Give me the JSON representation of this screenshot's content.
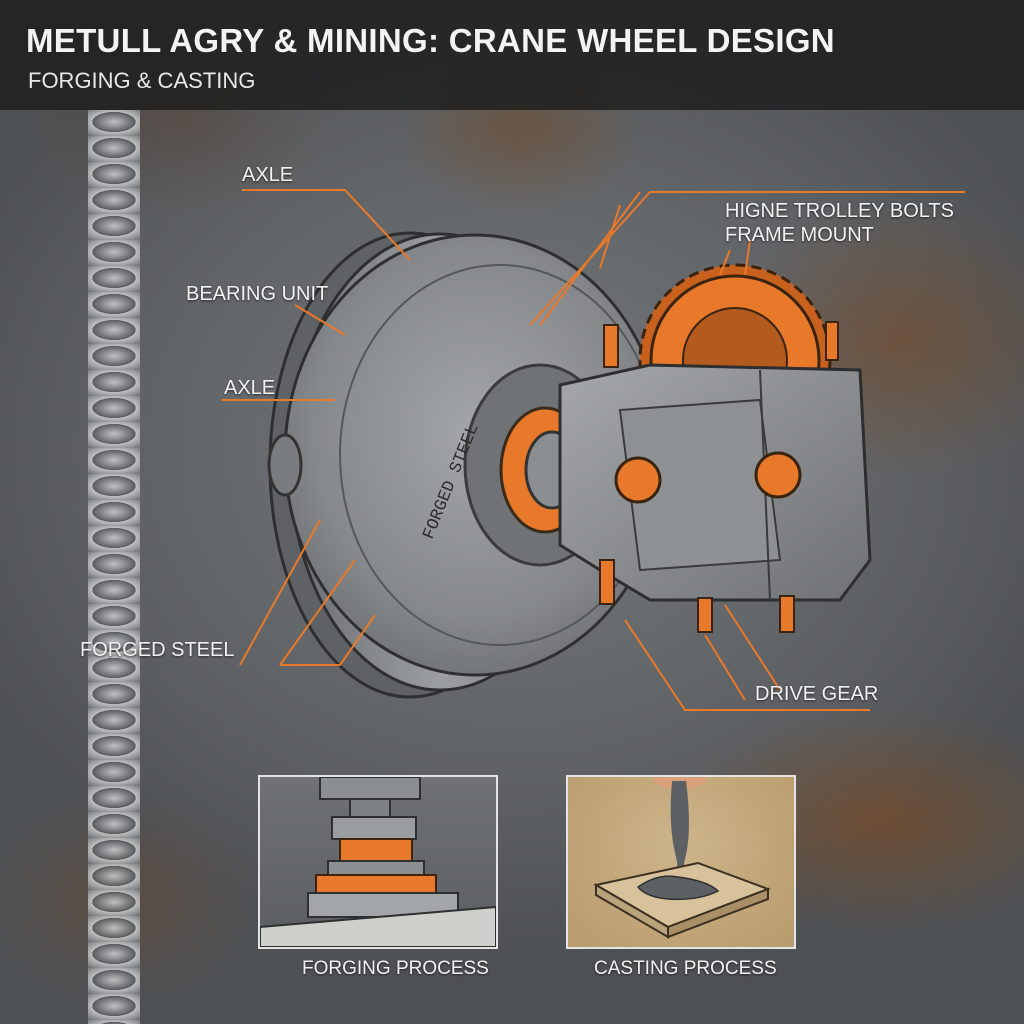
{
  "header": {
    "title": "METULL AGRY & MINING: CRANE WHEEL DESIGN",
    "subtitle": "FORGING & CASTING"
  },
  "callouts": {
    "axle_top": "AXLE",
    "bearing_unit": "BEARING UNIT",
    "axle_mid": "AXLE",
    "forged_steel": "FORGED STEEL",
    "trolley_bolts": "HIGNE TROLLEY BOLTS",
    "frame_mount": "FRAME MOUNT",
    "drive_gear": "DRIVE GEAR"
  },
  "wheel_engraving": "FORGED STEEL",
  "insets": {
    "forging_caption": "FORGING PROCESS",
    "casting_caption": "CASTING PROCESS"
  },
  "colors": {
    "accent": "#e8792a",
    "steel": "#8f9294",
    "rust": "#8a5a2e"
  }
}
